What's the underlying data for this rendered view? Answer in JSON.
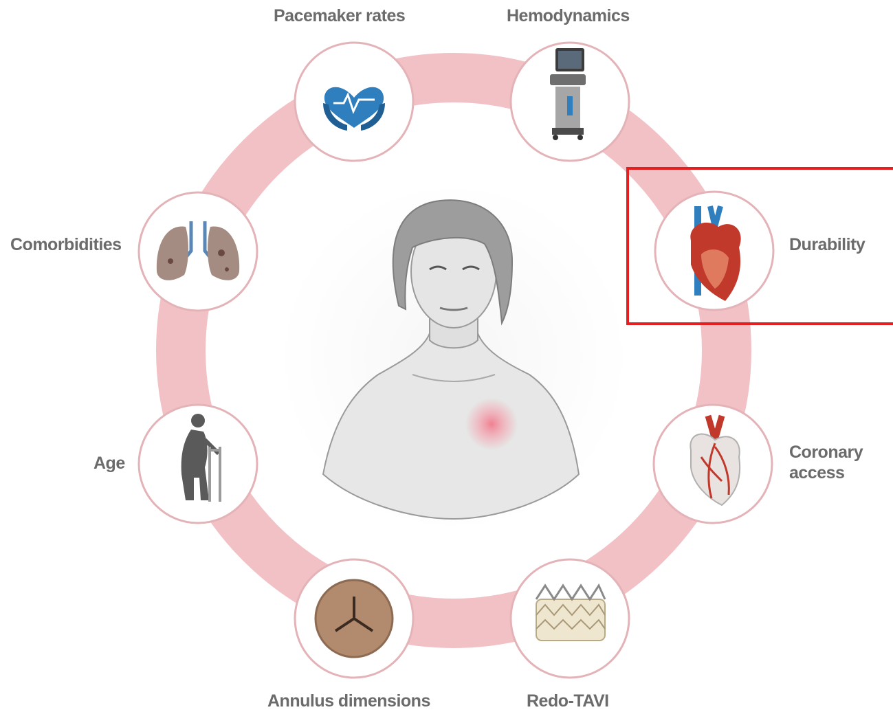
{
  "labels": {
    "pacemaker": "Pacemaker rates",
    "hemodynamics": "Hemodynamics",
    "comorbidities": "Comorbidities",
    "durability": "Durability",
    "age": "Age",
    "coronary": "Coronary access",
    "annulus": "Annulus dimensions",
    "redo": "Redo-TAVI"
  },
  "icons": {
    "pacemaker": "heart-hands-icon",
    "hemodynamics": "ultrasound-machine-icon",
    "comorbidities": "lungs-icon",
    "durability": "heart-anatomy-icon",
    "age": "elderly-walker-icon",
    "coronary": "heart-coronary-icon",
    "annulus": "aortic-valve-icon",
    "redo": "tavi-stent-icon"
  },
  "colors": {
    "ring": "#f2c1c6",
    "node_border": "#e3b3b8",
    "label": "#6b6b6b",
    "highlight": "#e51f1f",
    "accent_blue": "#2f7fbf",
    "heart_red": "#c0392b"
  }
}
